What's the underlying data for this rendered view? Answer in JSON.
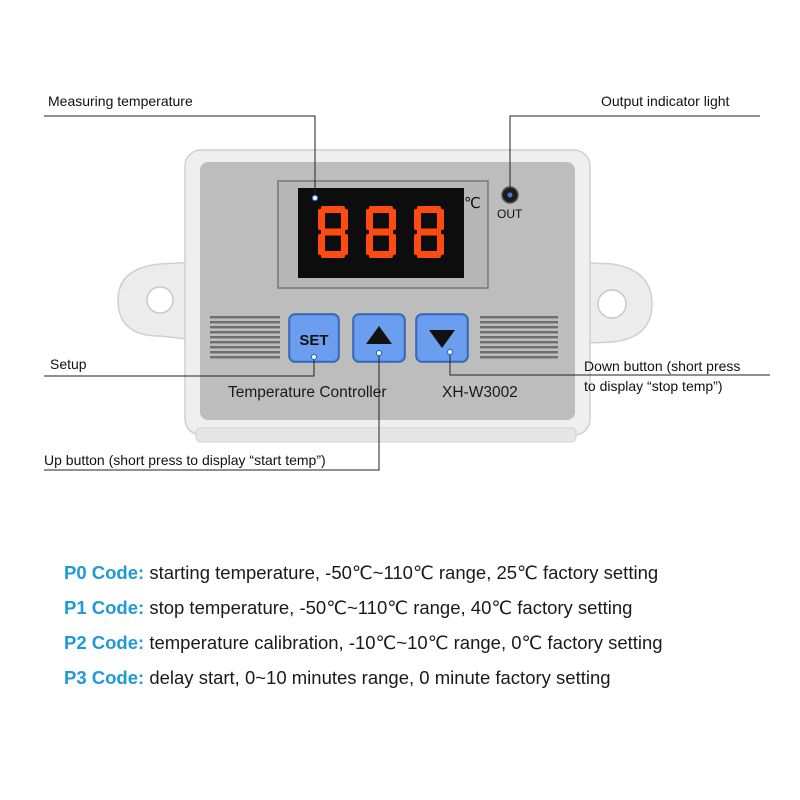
{
  "device": {
    "unit": "℃",
    "out_label": "OUT",
    "display": "888",
    "buttons": {
      "set": "SET"
    },
    "name": "Temperature Controller",
    "model": "XH-W3002"
  },
  "callouts": {
    "measuring": "Measuring temperature",
    "output": "Output indicator light",
    "setup": "Setup",
    "down_line1": "Down button (short press",
    "down_line2": "to display “stop temp”)",
    "up": "Up button (short press to display “start temp”)"
  },
  "codes": [
    {
      "label": "P0 Code:",
      "desc": "starting temperature, -50℃~110℃ range, 25℃ factory setting"
    },
    {
      "label": "P1 Code:",
      "desc": "stop temperature, -50℃~110℃ range, 40℃ factory setting"
    },
    {
      "label": "P2 Code:",
      "desc": "temperature calibration, -10℃~10℃ range, 0℃ factory setting"
    },
    {
      "label": "P3 Code:",
      "desc": "delay start, 0~10 minutes range, 0 minute factory setting"
    }
  ],
  "colors": {
    "code_label": "#1e9bd7",
    "segment_on": "#ff4a14",
    "button_blue": "#5a8fe0",
    "panel_gray": "#bdbdbd",
    "housing": "#eeeeee"
  }
}
